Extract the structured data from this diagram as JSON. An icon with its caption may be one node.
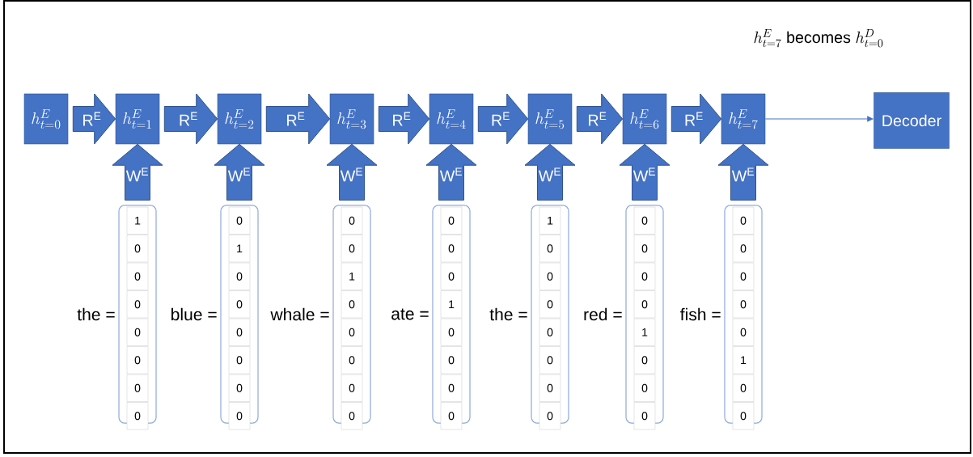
{
  "diagram": {
    "nodes": [
      {
        "text": [
          "h^{E}_{t=0}"
        ]
      },
      {
        "text": [
          "h^{E}_{t=1}"
        ]
      },
      {
        "text": [
          "h^{E}_{t=2}"
        ]
      },
      {
        "text": [
          "h^{E}_{t=3}"
        ]
      },
      {
        "text": [
          "h^{E}_{t=4}"
        ]
      },
      {
        "text": [
          "h^{E}_{t=5}"
        ]
      },
      {
        "text": [
          "h^{E}_{t=6}"
        ]
      },
      {
        "text": [
          "h^{E}_{t=7}"
        ]
      },
      {
        "text": [
          "Decoder"
        ]
      },
      {
        "text": [
          "1",
          "0",
          "0",
          "0",
          "0",
          "0",
          "0",
          "0"
        ],
        "beside": [
          "the ="
        ]
      },
      {
        "text": [
          "0",
          "1",
          "0",
          "0",
          "0",
          "0",
          "0",
          "0"
        ],
        "beside": [
          "blue ="
        ]
      },
      {
        "text": [
          "0",
          "0",
          "1",
          "0",
          "0",
          "0",
          "0",
          "0"
        ],
        "beside": [
          "whale ="
        ]
      },
      {
        "text": [
          "0",
          "0",
          "0",
          "1",
          "0",
          "0",
          "0",
          "0"
        ],
        "beside": [
          "ate ="
        ]
      },
      {
        "text": [
          "1",
          "0",
          "0",
          "0",
          "0",
          "0",
          "0",
          "0"
        ],
        "beside": [
          "the ="
        ]
      },
      {
        "text": [
          "0",
          "0",
          "0",
          "0",
          "1",
          "0",
          "0",
          "0"
        ],
        "beside": [
          "red ="
        ]
      },
      {
        "text": [
          "0",
          "0",
          "0",
          "0",
          "0",
          "1",
          "0",
          "0"
        ],
        "beside": [
          "fish ="
        ]
      }
    ],
    "edges": [
      {
        "from": 0,
        "to": 1,
        "arrow": "to",
        "label": "R$^{E}$",
        "style": "thick"
      },
      {
        "from": 1,
        "to": 2,
        "arrow": "to",
        "label": "R$^{E}$",
        "style": "thick"
      },
      {
        "from": 2,
        "to": 3,
        "arrow": "to",
        "label": "R$^{E}$",
        "style": "thick"
      },
      {
        "from": 3,
        "to": 4,
        "arrow": "to",
        "label": "R$^{E}$",
        "style": "thick"
      },
      {
        "from": 4,
        "to": 5,
        "arrow": "to",
        "label": "R$^{E}$",
        "style": "thick"
      },
      {
        "from": 5,
        "to": 6,
        "arrow": "to",
        "label": "R$^{E}$",
        "style": "thick"
      },
      {
        "from": 6,
        "to": 7,
        "arrow": "to",
        "label": "R$^{E}$",
        "style": "thick"
      },
      {
        "from": 9,
        "to": 1,
        "arrow": "to",
        "label": "W$^{E}$",
        "style": "thick"
      },
      {
        "from": 10,
        "to": 2,
        "arrow": "to",
        "label": "W$^{E}$",
        "style": "thick"
      },
      {
        "from": 11,
        "to": 3,
        "arrow": "to",
        "label": "W$^{E}$",
        "style": "thick"
      },
      {
        "from": 12,
        "to": 4,
        "arrow": "to",
        "label": "W$^{E}$",
        "style": "thick"
      },
      {
        "from": 13,
        "to": 5,
        "arrow": "to",
        "label": "W$^{E}$",
        "style": "thick"
      },
      {
        "from": 14,
        "to": 6,
        "arrow": "to",
        "label": "W$^{E}$",
        "style": "thick"
      },
      {
        "from": 15,
        "to": 7,
        "arrow": "to",
        "label": "W$^{E}$",
        "style": "thick"
      },
      {
        "from": 7,
        "to": 8,
        "arrow": "to"
      }
    ],
    "labels": [
      "h^{E}_{t=7}\\text{ becomes }h^{D}_{t=0}"
    ]
  }
}
